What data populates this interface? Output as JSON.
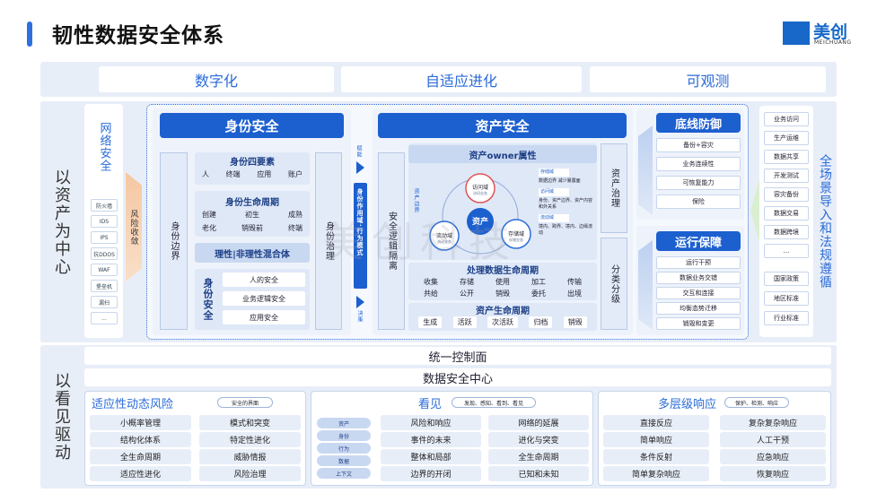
{
  "title": "韧性数据安全体系",
  "logo": {
    "cn": "美创",
    "en": "MEICHUANG"
  },
  "watermark": "美创科技",
  "top_tabs": [
    "数字化",
    "自适应进化",
    "可观测"
  ],
  "left_section": "以资产为中心",
  "bottom_section": "以看见驱动",
  "network": {
    "label": "网络安全",
    "items": [
      "防火墙",
      "IDS",
      "IPS",
      "抗DDOS",
      "WAF",
      "堡垒机",
      "漏扫",
      "..."
    ],
    "arrow_label": "风险收敛"
  },
  "identity": {
    "header": "身份安全",
    "boundary": "身份边界",
    "four": {
      "title": "身份四要素",
      "items": [
        "人",
        "终端",
        "应用",
        "账户"
      ]
    },
    "lifecycle": {
      "title": "身份生命周期",
      "row1": [
        "创建",
        "初生",
        "成熟"
      ],
      "row2": [
        "老化",
        "销毁前",
        "终端"
      ]
    },
    "mixed": "理性|非理性混合体",
    "security": {
      "label": "身份安全",
      "items": [
        "人的安全",
        "业务逻辑安全",
        "应用安全"
      ]
    },
    "governance": "身份治理"
  },
  "mid_arrows": {
    "top": "赋能",
    "center": "身份作用域·行为模式",
    "bottom": "决策"
  },
  "asset": {
    "header": "资产安全",
    "left_label": "安全逻辑隔离",
    "owner": "资产owner属性",
    "domains": {
      "access": "访问域",
      "flow": "流动域",
      "storage": "存储域",
      "core": "资产",
      "access_sub": "访问业务",
      "flow_sub": "流动业务",
      "storage_sub": "存储业务"
    },
    "storage_note_title": "存储域",
    "storage_note": "数据边界 减少暴露面",
    "access_note_title": "访问域",
    "access_note": "身份、资产边界、资产内容和外关系",
    "flow_note_title": "流动域",
    "flow_note": "境内、跨界、境内、边缘流动",
    "left_vertical": "资产边界",
    "process": {
      "title": "处理数据生命周期",
      "row1": [
        "收集",
        "存储",
        "使用",
        "加工",
        "传输"
      ],
      "row2": [
        "共给",
        "公开",
        "销毁",
        "委托",
        "出境"
      ]
    },
    "lifecycle": {
      "title": "资产生命周期",
      "items": [
        "生成",
        "活跃",
        "次活跃",
        "归档",
        "销毁"
      ]
    },
    "governance": "资产治理",
    "classification": "分类分级"
  },
  "baseline": {
    "header": "底线防御",
    "items": [
      "备份+容灾",
      "业务连续性",
      "可恢复能力",
      "保险"
    ]
  },
  "operation": {
    "header": "运行保障",
    "items": [
      "运行干预",
      "数据业务交错",
      "交互和连接",
      "均衡态势迁移",
      "销毁和变更"
    ]
  },
  "scenario": {
    "label": "全场景导入和法规遵循",
    "items": [
      "业务访问",
      "生产运维",
      "数据共享",
      "开发测试",
      "容灾备份",
      "数据交易",
      "数据跨境",
      "..."
    ],
    "laws": [
      "国家政策",
      "地区标准",
      "行业标准"
    ]
  },
  "control_plane": "统一控制面",
  "security_center": "数据安全中心",
  "adaptive": {
    "title": "适应性动态风险",
    "tag": "安全的界面",
    "items": [
      [
        "小概率管理",
        "模式和突变"
      ],
      [
        "结构化体系",
        "特定性进化"
      ],
      [
        "全生命周期",
        "威胁情报"
      ],
      [
        "适应性进化",
        "风险治理"
      ]
    ]
  },
  "seeing": {
    "title": "看见",
    "tag": "发现、感知、看到、看见",
    "left": [
      "资产",
      "身份",
      "行为",
      "数据",
      "上下文"
    ],
    "items": [
      [
        "风险和响应",
        "网络的延展"
      ],
      [
        "事件的未来",
        "进化与突变"
      ],
      [
        "整体和局部",
        "全生命周期"
      ],
      [
        "边界的开闭",
        "已知和未知"
      ]
    ]
  },
  "response": {
    "title": "多层级响应",
    "tag": "保护、检测、响应",
    "items": [
      [
        "直接反应",
        "复杂复杂响应"
      ],
      [
        "简单响应",
        "人工干预"
      ],
      [
        "条件反射",
        "应急响应"
      ],
      [
        "简单复杂响应",
        "恢复响应"
      ]
    ]
  }
}
